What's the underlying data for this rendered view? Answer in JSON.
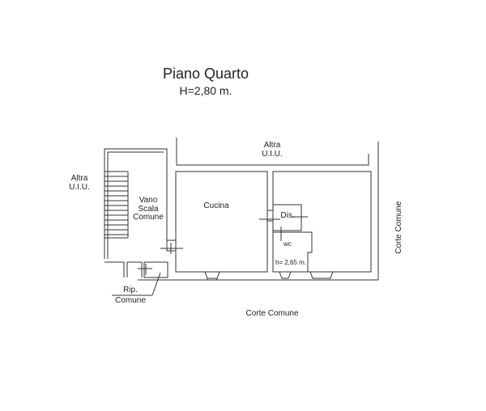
{
  "title": "Piano Quarto",
  "height_label": "H=2,80 m.",
  "labels": {
    "altra_left": [
      "Altra",
      "U.I.U."
    ],
    "altra_top": [
      "Altra",
      "U.I.U."
    ],
    "vano_scala": [
      "Vano",
      "Scala",
      "Comune"
    ],
    "cucina": "Cucina",
    "dis": "Dis.",
    "wc": "wc",
    "wc_height": "h= 2,65 m.",
    "rip": [
      "Rip.",
      "Comune"
    ],
    "corte_bottom": "Corte Comune",
    "corte_right": "Corte Comune"
  }
}
